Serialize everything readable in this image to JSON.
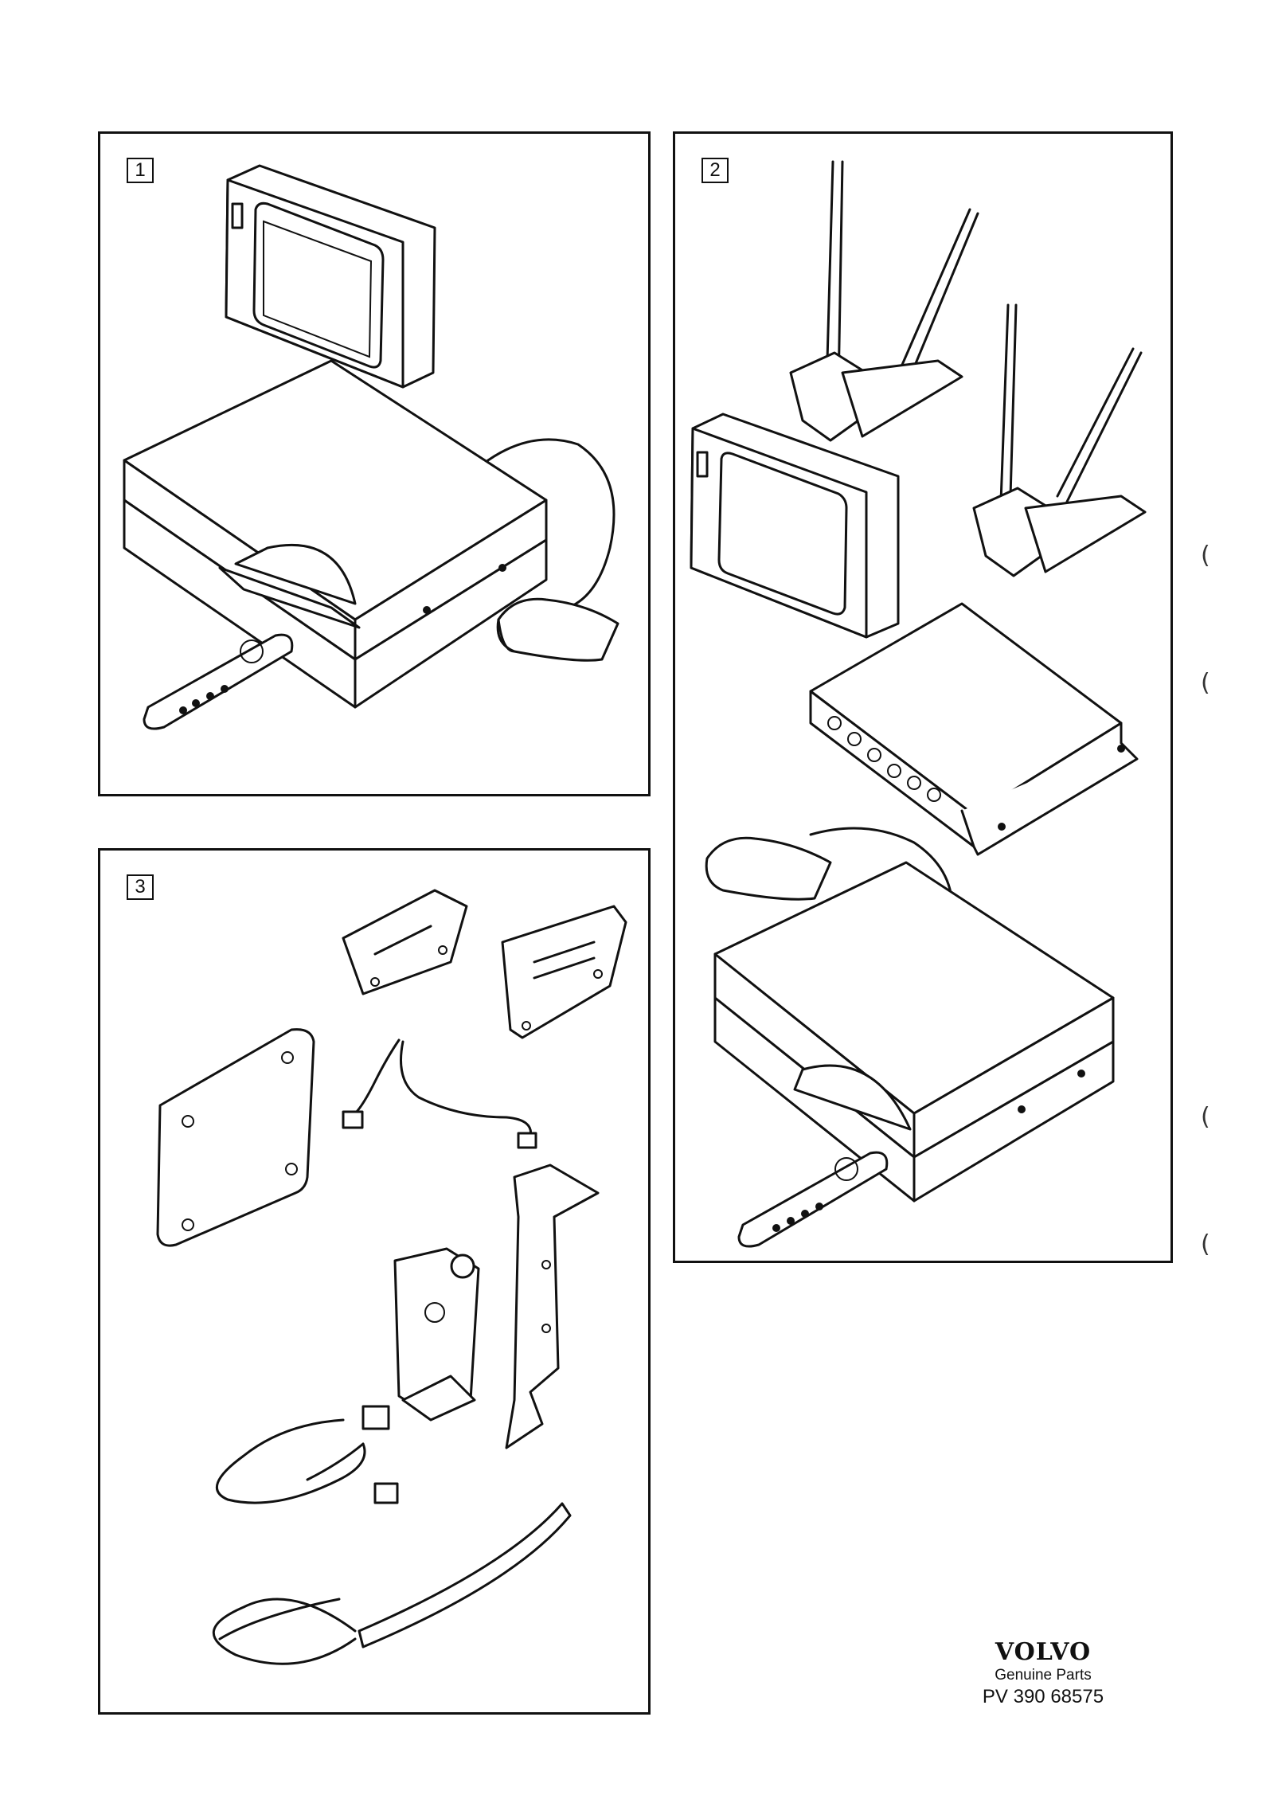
{
  "panels": [
    {
      "number": "1"
    },
    {
      "number": "2"
    },
    {
      "number": "3"
    }
  ],
  "brand": {
    "logo": "VOLVO",
    "tagline": "Genuine Parts",
    "part_number": "PV 390 68575"
  },
  "icons": [
    "monitor-icon",
    "dvd-player-icon",
    "remote-control-icon",
    "gps-antenna-icon",
    "tv-antenna-icon",
    "tv-tuner-box-icon",
    "bracket-icon",
    "mounting-plate-icon",
    "cable-harness-icon"
  ]
}
